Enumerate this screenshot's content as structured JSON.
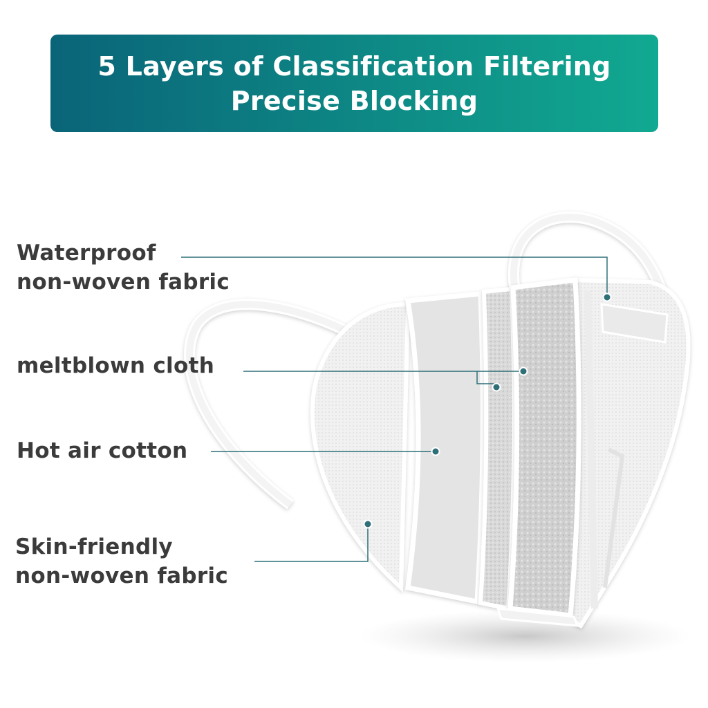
{
  "header": {
    "line1": "5 Layers of Classification Filtering",
    "line2": "Precise Blocking",
    "gradient_start": "#0a6478",
    "gradient_end": "#11a991"
  },
  "callouts": [
    {
      "id": "waterproof",
      "line1": "Waterproof",
      "line2": "non-woven fabric"
    },
    {
      "id": "meltblown",
      "line1": "meltblown cloth"
    },
    {
      "id": "hot-air",
      "line1": "Hot air cotton"
    },
    {
      "id": "skin-friendly",
      "line1": "Skin-friendly",
      "line2": "non-woven fabric"
    }
  ],
  "colors": {
    "leader_line": "#2f6f78",
    "label_text": "#3b3b3b",
    "mask_layer": "#e6e6e6",
    "mask_outline": "#ffffff"
  }
}
